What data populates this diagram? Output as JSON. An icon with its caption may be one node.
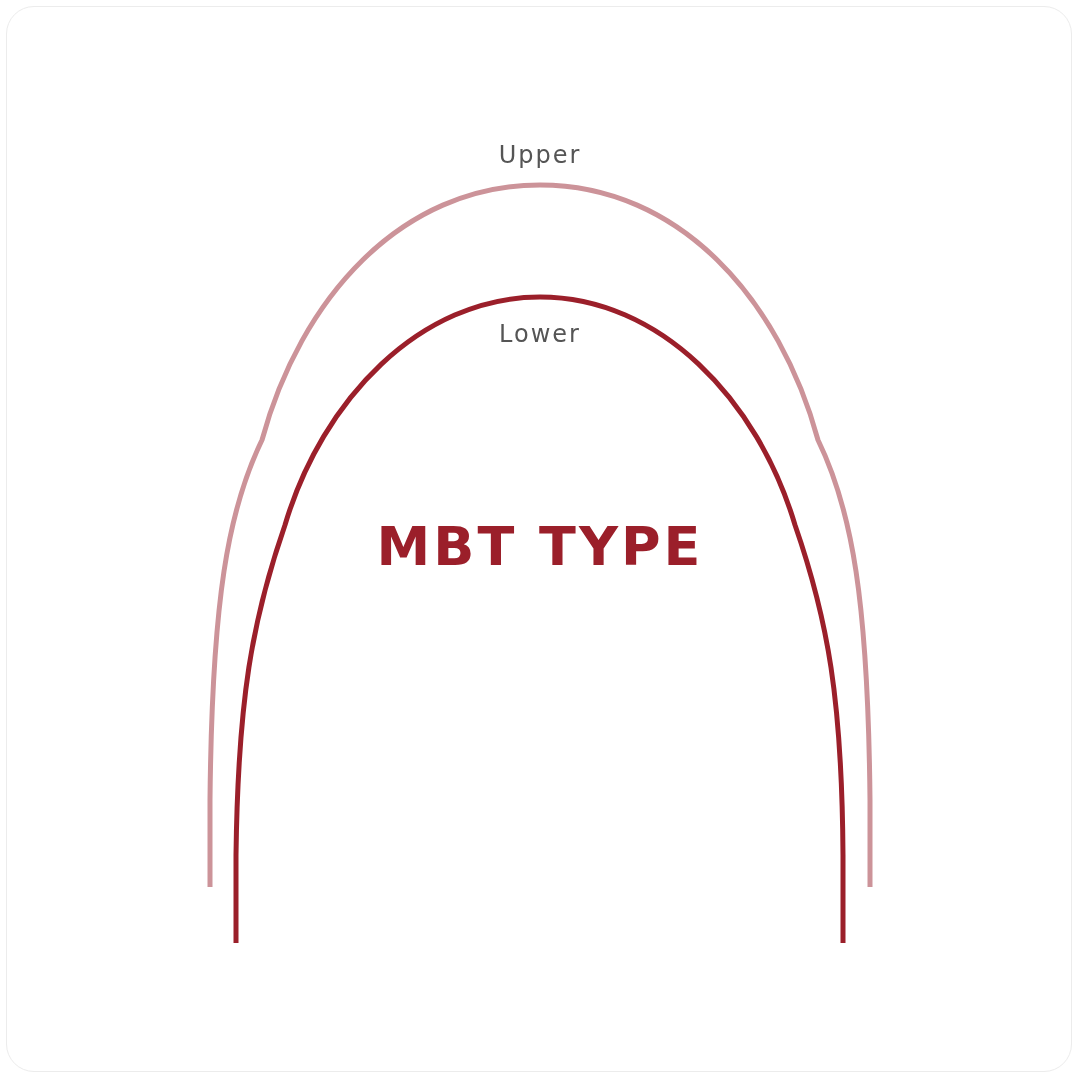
{
  "diagram": {
    "title": "MBT TYPE",
    "labels": [
      "Upper",
      "Lower"
    ]
  }
}
